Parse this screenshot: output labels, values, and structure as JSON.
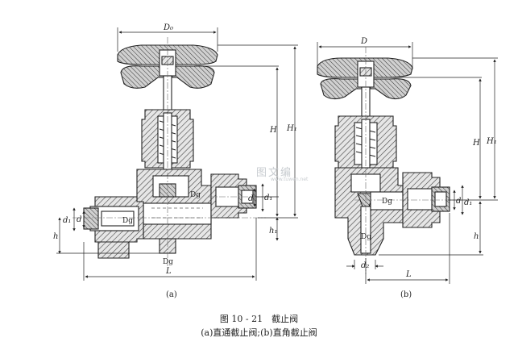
{
  "figure": {
    "caption_title": "图 10 - 21　截止阀",
    "caption_sub": "(a)直通截止阀;(b)直角截止阀",
    "sub_a": "(a)",
    "sub_b": "(b)"
  },
  "watermark": {
    "text": "图文编",
    "small": "www.tuwen.net"
  },
  "labels_a": {
    "D0": "D₀",
    "H": "H",
    "H1": "H₁",
    "d_right": "d",
    "d1_right": "d₁",
    "h1": "h₁",
    "d_left": "d",
    "d1_left": "d₁",
    "h": "h",
    "Dg_center": "Dg",
    "Dg_left": "Dg",
    "Dg_bottom": "Dg",
    "L": "L"
  },
  "labels_b": {
    "D": "D",
    "H": "H",
    "H1": "H₁",
    "Dg_right": "Dg",
    "d": "d",
    "d1": "d₁",
    "h": "h",
    "Dg_bottom": "Dg",
    "d2": "d₂",
    "L": "L"
  },
  "colors": {
    "ink": "#222222",
    "hatch": "#555555",
    "fill": "#dcdcdc"
  }
}
